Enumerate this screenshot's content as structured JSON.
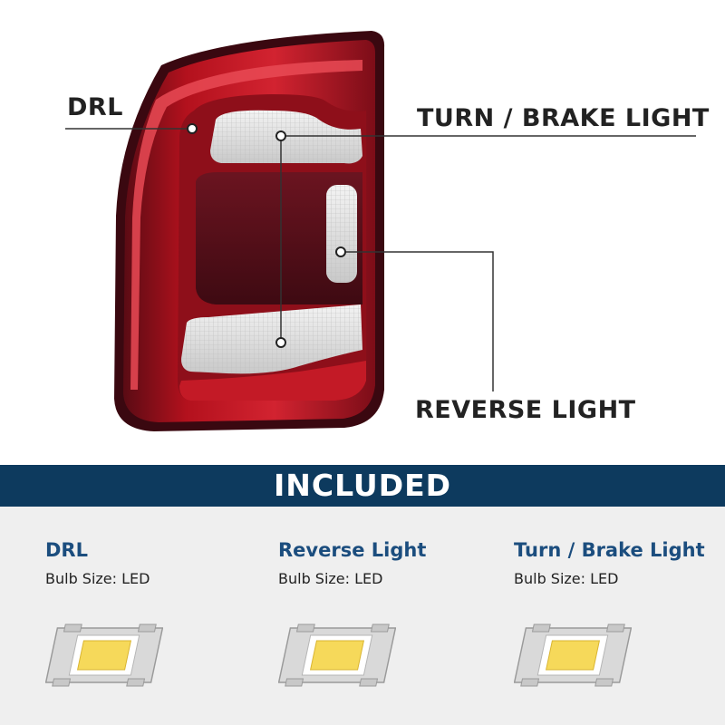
{
  "callouts": {
    "drl": "DRL",
    "turn_brake": "TURN / BRAKE LIGHT",
    "reverse": "REVERSE LIGHT"
  },
  "banner": {
    "title": "INCLUDED"
  },
  "items": [
    {
      "title": "DRL",
      "subtitle": "Bulb Size: LED",
      "icon": "led-chip-icon"
    },
    {
      "title": "Reverse Light",
      "subtitle": "Bulb Size: LED",
      "icon": "led-chip-icon"
    },
    {
      "title": "Turn / Brake Light",
      "subtitle": "Bulb Size: LED",
      "icon": "led-chip-icon"
    }
  ],
  "colors": {
    "banner_bg": "#0d3a5e",
    "item_title": "#1b4d7e",
    "lamp_red": "#b0141e",
    "lamp_dark": "#4a0a12",
    "chip_yellow": "#f6d95a",
    "section_bg": "#efefef"
  }
}
